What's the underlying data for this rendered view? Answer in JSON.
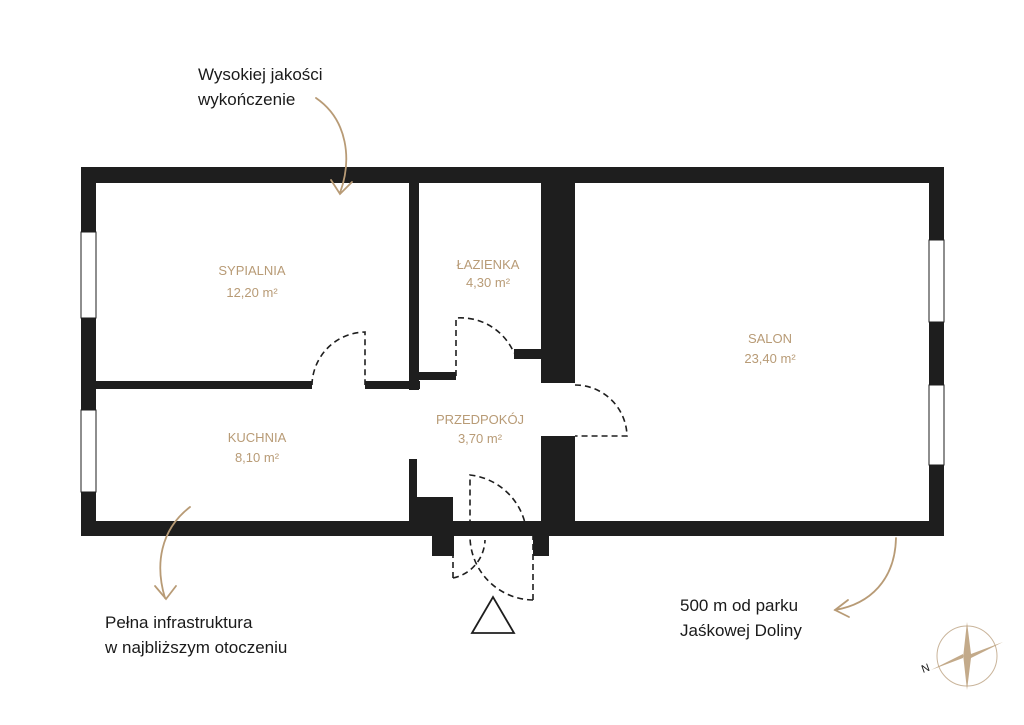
{
  "notes": {
    "finish": {
      "line1": "Wysokiej jakości",
      "line2": "wykończenie"
    },
    "infrastructure": {
      "line1": "Pełna infrastruktura",
      "line2": "w najbliższym otoczeniu"
    },
    "park": {
      "line1": "500 m od parku",
      "line2": "Jaśkowej Doliny"
    }
  },
  "rooms": {
    "sypialnia": {
      "name": "SYPIALNIA",
      "area": "12,20 m²"
    },
    "lazienka": {
      "name": "ŁAZIENKA",
      "area": "4,30 m²"
    },
    "salon": {
      "name": "SALON",
      "area": "23,40 m²"
    },
    "kuchnia": {
      "name": "KUCHNIA",
      "area": "8,10 m²"
    },
    "przedpokoj": {
      "name": "PRZEDPOKÓJ",
      "area": "3,70 m²"
    }
  },
  "compass": {
    "north_letter": "N"
  },
  "colors": {
    "wall": "#1e1e1e",
    "accent": "#b89b76",
    "text": "#1a1a1a"
  }
}
